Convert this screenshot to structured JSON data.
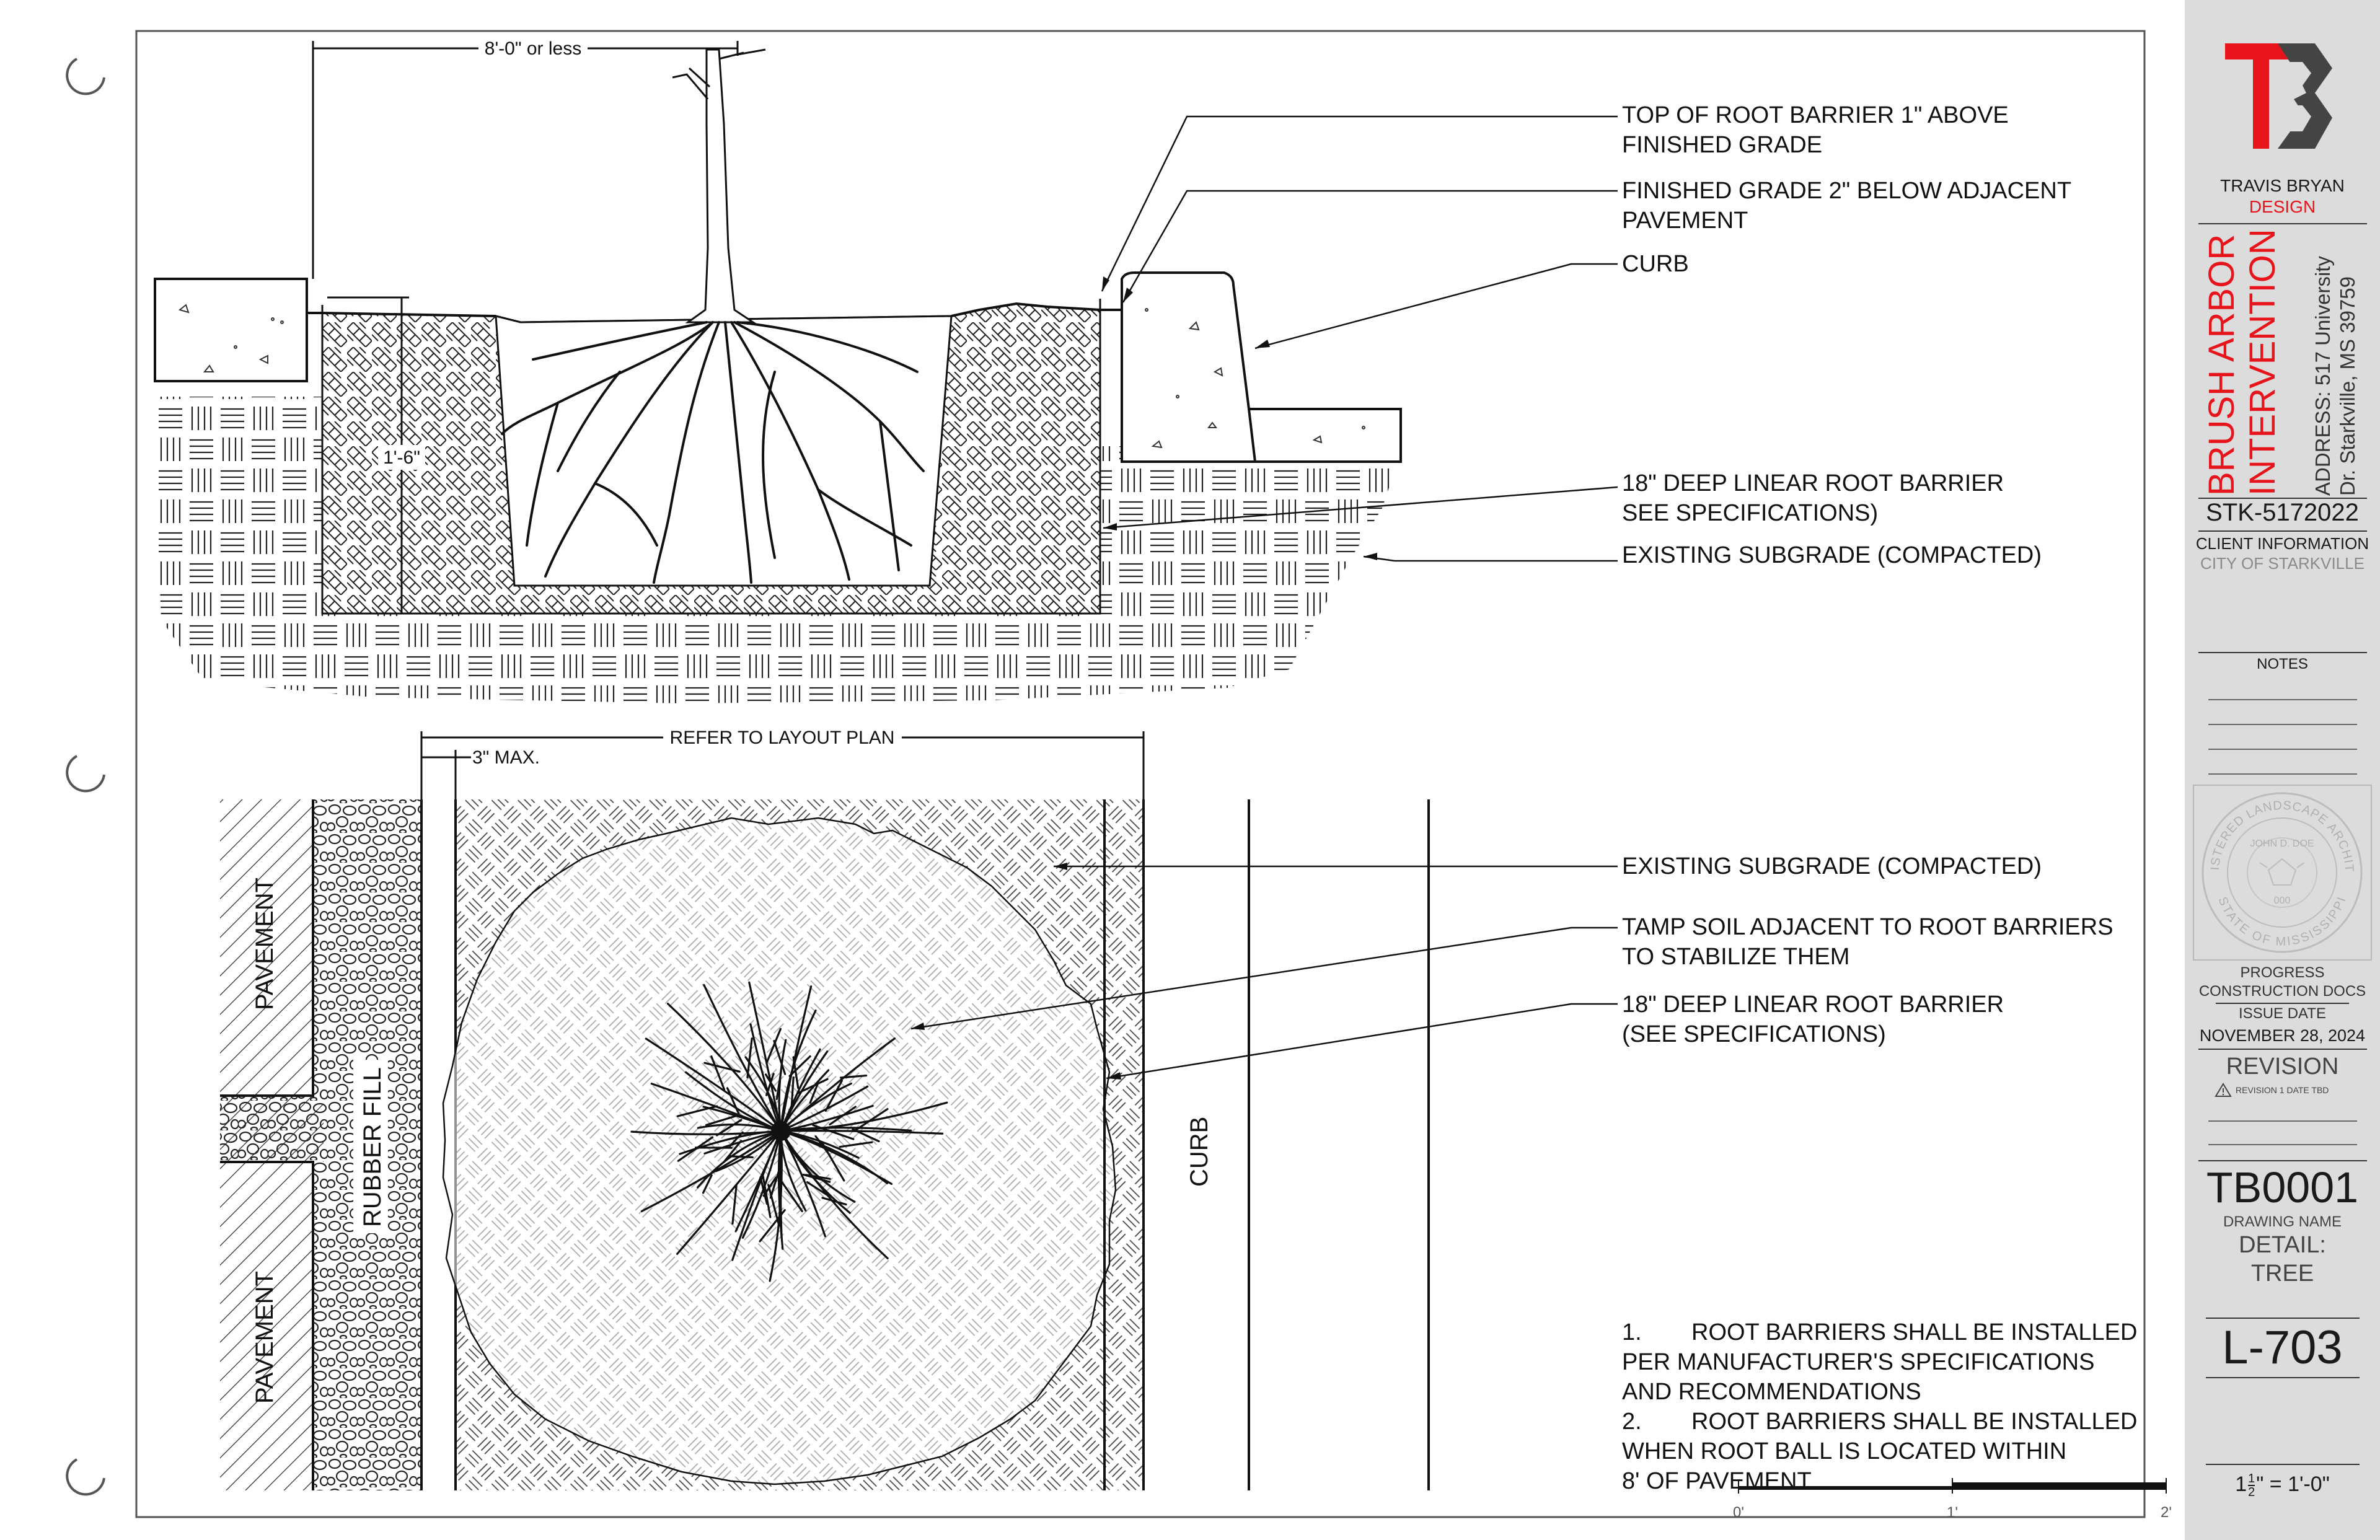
{
  "dimensions": {
    "section_width": "8'-0\" or less",
    "barrier_depth": "1'-6\"",
    "layout_ref": "REFER TO LAYOUT PLAN",
    "max_gap": "3\" MAX."
  },
  "callouts": {
    "top_barrier": [
      "TOP OF ROOT BARRIER 1\" ABOVE",
      "FINISHED GRADE"
    ],
    "finished_grade": [
      "FINISHED GRADE 2\" BELOW ADJACENT",
      "PAVEMENT"
    ],
    "curb": "CURB",
    "linear_barrier": [
      "18\" DEEP LINEAR ROOT BARRIER",
      "SEE SPECIFICATIONS)"
    ],
    "subgrade_section": "EXISTING SUBGRADE (COMPACTED)",
    "subgrade_plan": "EXISTING SUBGRADE (COMPACTED)",
    "tamp_soil": [
      "TAMP SOIL ADJACENT TO ROOT BARRIERS",
      "TO STABILIZE THEM"
    ],
    "linear_barrier_plan": [
      "18\" DEEP LINEAR ROOT BARRIER",
      "(SEE SPECIFICATIONS)"
    ]
  },
  "plan_labels": {
    "pavement_top": "PAVEMENT",
    "pavement_bottom": "PAVEMENT",
    "rubber_fill": "RUBBER FILL",
    "curb": "CURB"
  },
  "notes": [
    {
      "num": "1.",
      "lines": [
        "ROOT BARRIERS SHALL BE INSTALLED",
        "PER MANUFACTURER'S SPECIFICATIONS",
        "AND RECOMMENDATIONS"
      ]
    },
    {
      "num": "2.",
      "lines": [
        "ROOT BARRIERS SHALL BE INSTALLED",
        "WHEN ROOT BALL IS LOCATED WITHIN",
        "8' OF PAVEMENT"
      ]
    }
  ],
  "scale_bar": {
    "ticks": [
      "0'",
      "1'",
      "2'"
    ]
  },
  "title_block": {
    "firm_line1": "TRAVIS BRYAN",
    "firm_line2": "DESIGN",
    "project_line1": "BRUSH ARBOR",
    "project_line2": "INTERVENTION",
    "address_line1": "ADDRESS: 517 University",
    "address_line2": "Dr. Starkville, MS 39759",
    "project_number": "STK-5172022",
    "client_label": "CLIENT INFORMATION",
    "client_name": "CITY OF STARKVILLE",
    "notes_label": "NOTES",
    "seal_text_top": "REGISTERED LANDSCAPE ARCHITECT",
    "seal_name": "JOHN D. DOE",
    "seal_text_bottom": "STATE OF MISSISSIPPI",
    "seal_number": "000",
    "status_line1": "PROGRESS",
    "status_line2": "CONSTRUCTION DOCS",
    "issue_label": "ISSUE DATE",
    "issue_date": "NOVEMBER 28, 2024",
    "revision_label": "REVISION",
    "revision_note": "REVISION 1 DATE TBD",
    "sheet_code": "TB0001",
    "drawing_name_label": "DRAWING NAME",
    "drawing_name_line1": "DETAIL:",
    "drawing_name_line2": "TREE",
    "sheet_number": "L-703",
    "scale_whole": "1",
    "scale_num": "1",
    "scale_den": "2",
    "scale_rest": "\" = 1'-0\""
  },
  "colors": {
    "accent_red": "#e8141c",
    "title_block_bg": "#dcdcdc",
    "line": "#111111"
  }
}
